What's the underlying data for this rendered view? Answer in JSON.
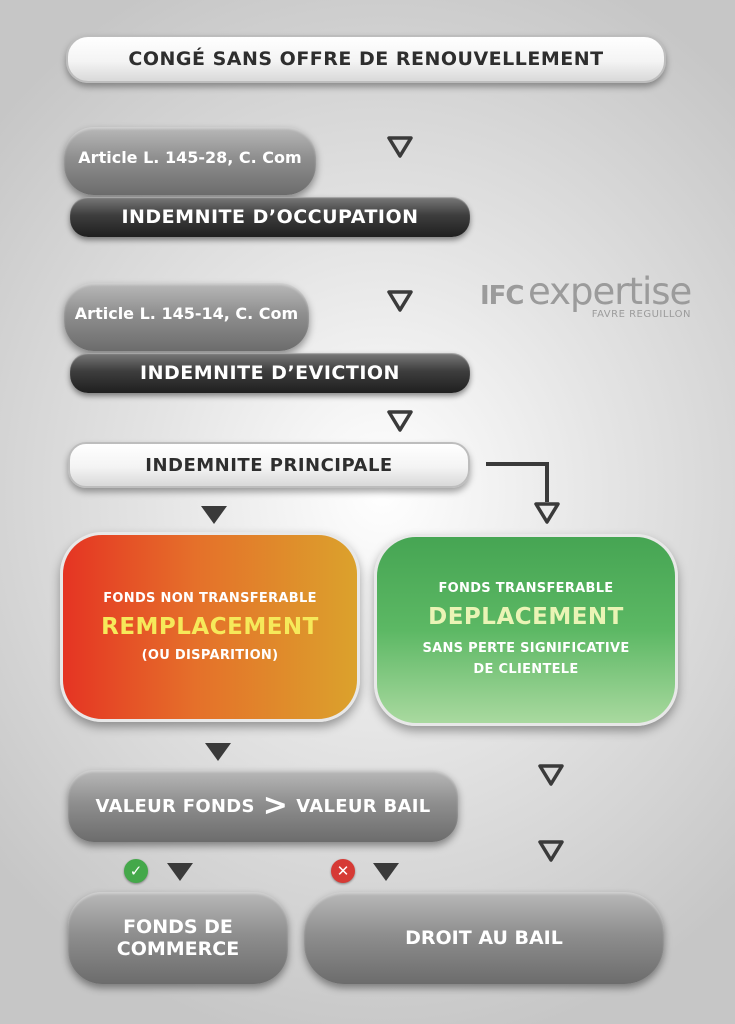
{
  "title": "CONGÉ SANS OFFRE DE RENOUVELLEMENT",
  "step1": {
    "article": "Article L. 145-28, C. Com",
    "label": "INDEMNITE D’OCCUPATION"
  },
  "step2": {
    "article": "Article L. 145-14, C. Com",
    "label": "INDEMNITE D’EVICTION"
  },
  "principal": "INDEMNITE PRINCIPALE",
  "logo": {
    "brand_prefix": "IFC",
    "brand_main": "expertise",
    "tagline": "FAVRE REGUILLON"
  },
  "left_panel": {
    "line1": "FONDS NON TRANSFERABLE",
    "headline": "REMPLACEMENT",
    "line2": "(OU DISPARITION)"
  },
  "right_panel": {
    "line1": "FONDS TRANSFERABLE",
    "headline": "DEPLACEMENT",
    "line2": "SANS PERTE SIGNIFICATIVE",
    "line3": "DE CLIENTELE"
  },
  "comparison": {
    "left": "VALEUR FONDS",
    "operator": ">",
    "right": "VALEUR BAIL"
  },
  "outcome_left": {
    "line1": "FONDS DE",
    "line2": "COMMERCE",
    "status": "✓"
  },
  "outcome_right": {
    "label": "DROIT AU BAIL",
    "status": "✕"
  },
  "colors": {
    "check": "#44a84a",
    "cross": "#d63a35",
    "remplacement": "#f6e95a",
    "deplacement": "#eaf4b5"
  }
}
